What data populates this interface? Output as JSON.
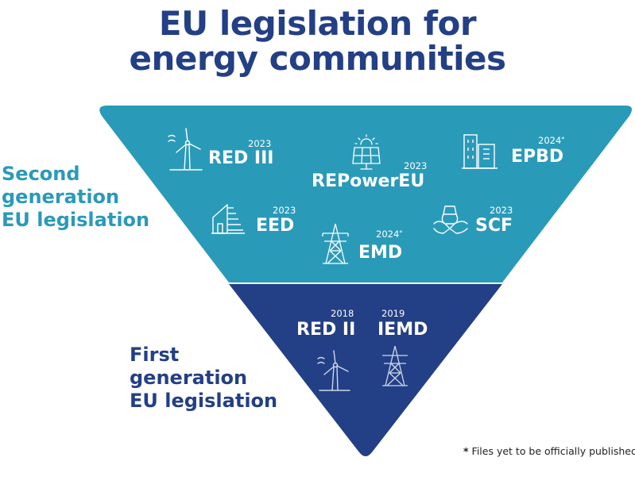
{
  "title": {
    "line1": "EU legislation for",
    "line2": "energy communities"
  },
  "second_generation_label": {
    "line1": "Second",
    "line2": "generation",
    "line3": "EU legislation"
  },
  "first_generation_label": {
    "line1": "First",
    "line2": "generation",
    "line3": "EU legislation"
  },
  "second_generation_items": [
    {
      "name": "RED III",
      "year": "2023",
      "asterisk": "",
      "icon": "wind-turbine-icon"
    },
    {
      "name": "REPowerEU",
      "year": "2023",
      "asterisk": "",
      "icon": "solar-panel-icon"
    },
    {
      "name": "EPBD",
      "year": "2024",
      "asterisk": "*",
      "icon": "buildings-icon"
    },
    {
      "name": "EED",
      "year": "2023",
      "asterisk": "",
      "icon": "efficiency-house-icon"
    },
    {
      "name": "EMD",
      "year": "2024",
      "asterisk": "*",
      "icon": "power-pylon-icon"
    },
    {
      "name": "SCF",
      "year": "2023",
      "asterisk": "",
      "icon": "hands-together-icon"
    }
  ],
  "first_generation_items": [
    {
      "name": "RED II",
      "year": "2018",
      "icon": "wind-turbine-icon"
    },
    {
      "name": "IEMD",
      "year": "2019",
      "icon": "power-pylon-icon"
    }
  ],
  "footnote": {
    "symbol": "*",
    "text": "Files yet to be officially published"
  },
  "colors": {
    "title": "#233f85",
    "second_generation": "#2a9ab9",
    "first_generation": "#233f85"
  }
}
